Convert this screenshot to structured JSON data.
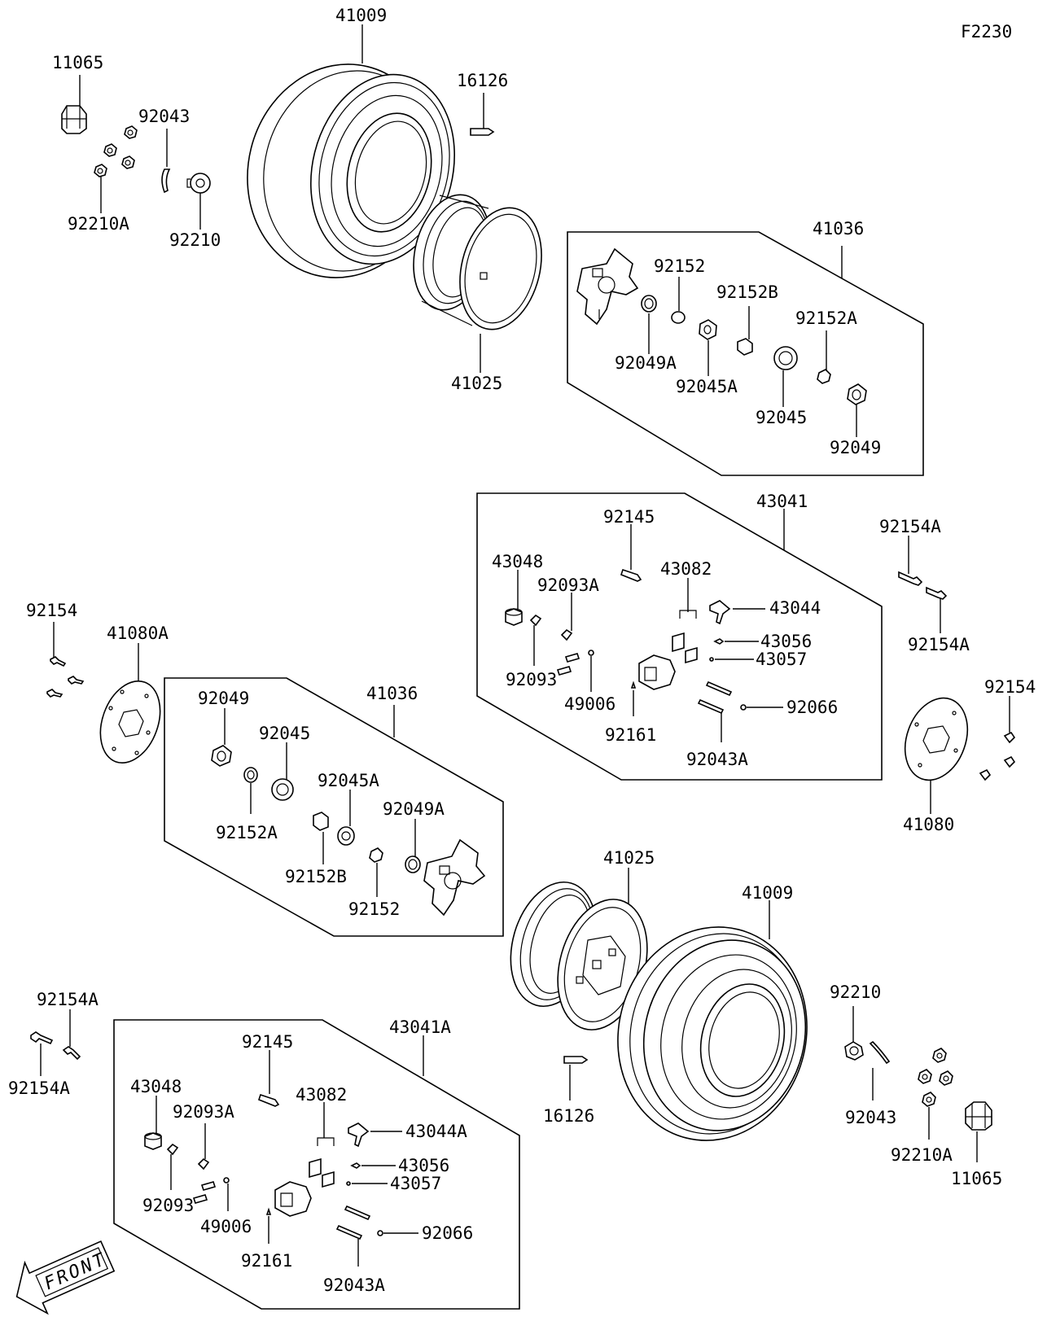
{
  "diagram_code": "F2230",
  "front_label": "FRONT",
  "parts": {
    "p11065_a": "11065",
    "p92043_a": "92043",
    "p92210A_a": "92210A",
    "p92210_a": "92210",
    "p41009_a": "41009",
    "p16126_a": "16126",
    "p41025_a": "41025",
    "box1_title": "41036",
    "p92152_a": "92152",
    "p92152B_a": "92152B",
    "p92152A_a": "92152A",
    "p92049A_a": "92049A",
    "p92045A_a": "92045A",
    "p92045_a": "92045",
    "p92049_a": "92049",
    "box2_title": "43041",
    "p92145_a": "92145",
    "p43048_a": "43048",
    "p43082_a": "43082",
    "p92093A_a": "92093A",
    "p43044": "43044",
    "p43056_a": "43056",
    "p43057_a": "43057",
    "p92093_a": "92093",
    "p49006_a": "49006",
    "p92066_a": "92066",
    "p92161_a": "92161",
    "p92043A_a": "92043A",
    "p92154A_r1": "92154A",
    "p92154A_r2": "92154A",
    "p92154_l": "92154",
    "p41080A": "41080A",
    "p92154_r": "92154",
    "p41080": "41080",
    "box3_title": "41036",
    "p92049_b": "92049",
    "p92045_b": "92045",
    "p92045A_b": "92045A",
    "p92049A_b": "92049A",
    "p92152A_b": "92152A",
    "p92152B_b": "92152B",
    "p92152_b": "92152",
    "p41025_b": "41025",
    "p41009_b": "41009",
    "p92210_b": "92210",
    "p16126_b": "16126",
    "p92043_b": "92043",
    "p92210A_b": "92210A",
    "p11065_b": "11065",
    "p92154A_l1": "92154A",
    "p92154A_l2": "92154A",
    "box4_title": "43041A",
    "p92145_b": "92145",
    "p43048_b": "43048",
    "p43082_b": "43082",
    "p92093A_b": "92093A",
    "p43044A": "43044A",
    "p43056_b": "43056",
    "p43057_b": "43057",
    "p92093_b": "92093",
    "p49006_b": "49006",
    "p92066_b": "92066",
    "p92161_b": "92161",
    "p92043A_b": "92043A"
  }
}
